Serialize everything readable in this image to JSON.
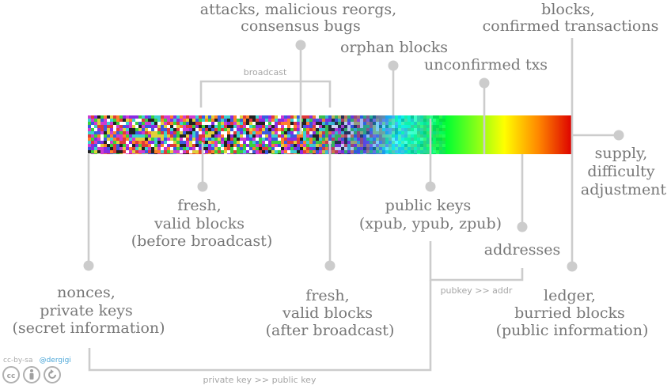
{
  "labels": {
    "attacks": [
      "attacks, malicious reorgs,",
      "consensus bugs"
    ],
    "blocks_confirmed": [
      "blocks,",
      "confirmed transactions"
    ],
    "orphan_blocks": [
      "orphan blocks"
    ],
    "unconfirmed_txs": [
      "unconfirmed txs"
    ],
    "supply": [
      "supply,",
      "difficulty",
      "adjustment"
    ],
    "fresh_before": [
      "fresh,",
      "valid blocks",
      "(before broadcast)"
    ],
    "public_keys": [
      "public keys",
      "(xpub, ypub, zpub)"
    ],
    "addresses": [
      "addresses"
    ],
    "nonces": [
      "nonces,",
      "private keys",
      "(secret information)"
    ],
    "fresh_after": [
      "fresh,",
      "valid blocks",
      "(after broadcast)"
    ],
    "ledger": [
      "ledger,",
      "burried blocks",
      "(public information)"
    ]
  },
  "annotations": {
    "broadcast": "broadcast",
    "pubkey_to_addr": "pubkey >> addr",
    "privkey_to_pubkey": "private key >> public key"
  },
  "license": {
    "text": "cc-by-sa",
    "handle": "@dergigi"
  },
  "colors": {
    "line": "#cccccc",
    "text": "#777777",
    "spectrum": [
      "#0000cc",
      "#00ffff",
      "#00ff00",
      "#ffff00",
      "#ff8800",
      "#ff0000",
      "#cc0000"
    ]
  }
}
